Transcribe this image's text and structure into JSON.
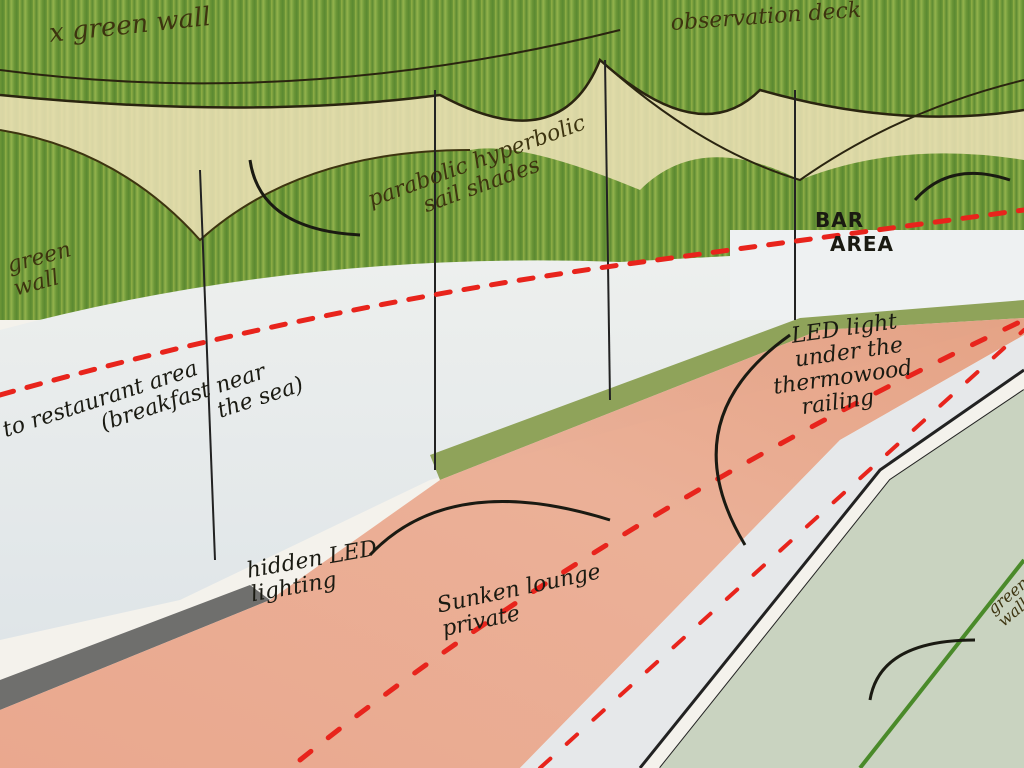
{
  "annotations": {
    "green_wall_top": "x green wall",
    "observation_deck": "observation deck",
    "sail_shades_line1": "parabolic hyperbolic",
    "sail_shades_line2": "sail shades",
    "bar_area_line1": "BAR",
    "bar_area_line2": "AREA",
    "green_wall_left_line1": "green",
    "green_wall_left_line2": "wall",
    "restaurant_line1": "to restaurant area",
    "restaurant_line2": "(breakfast near",
    "restaurant_line3": "the sea)",
    "led_railing_line1": "LED light",
    "led_railing_line2": "under the",
    "led_railing_line3": "thermowood",
    "led_railing_line4": "railing",
    "hidden_led_line1": "hidden LED",
    "hidden_led_line2": "lighting",
    "sunken_lounge_line1": "Sunken lounge",
    "sunken_lounge_line2": "private",
    "green_wall_right_line1": "green",
    "green_wall_right_line2": "wall"
  },
  "colors": {
    "green_wall": "#6f9a3a",
    "sail": "#efe3b8",
    "deck": "#e8a486",
    "dashed_line": "#e8241c",
    "ink": "#1a1a12"
  }
}
